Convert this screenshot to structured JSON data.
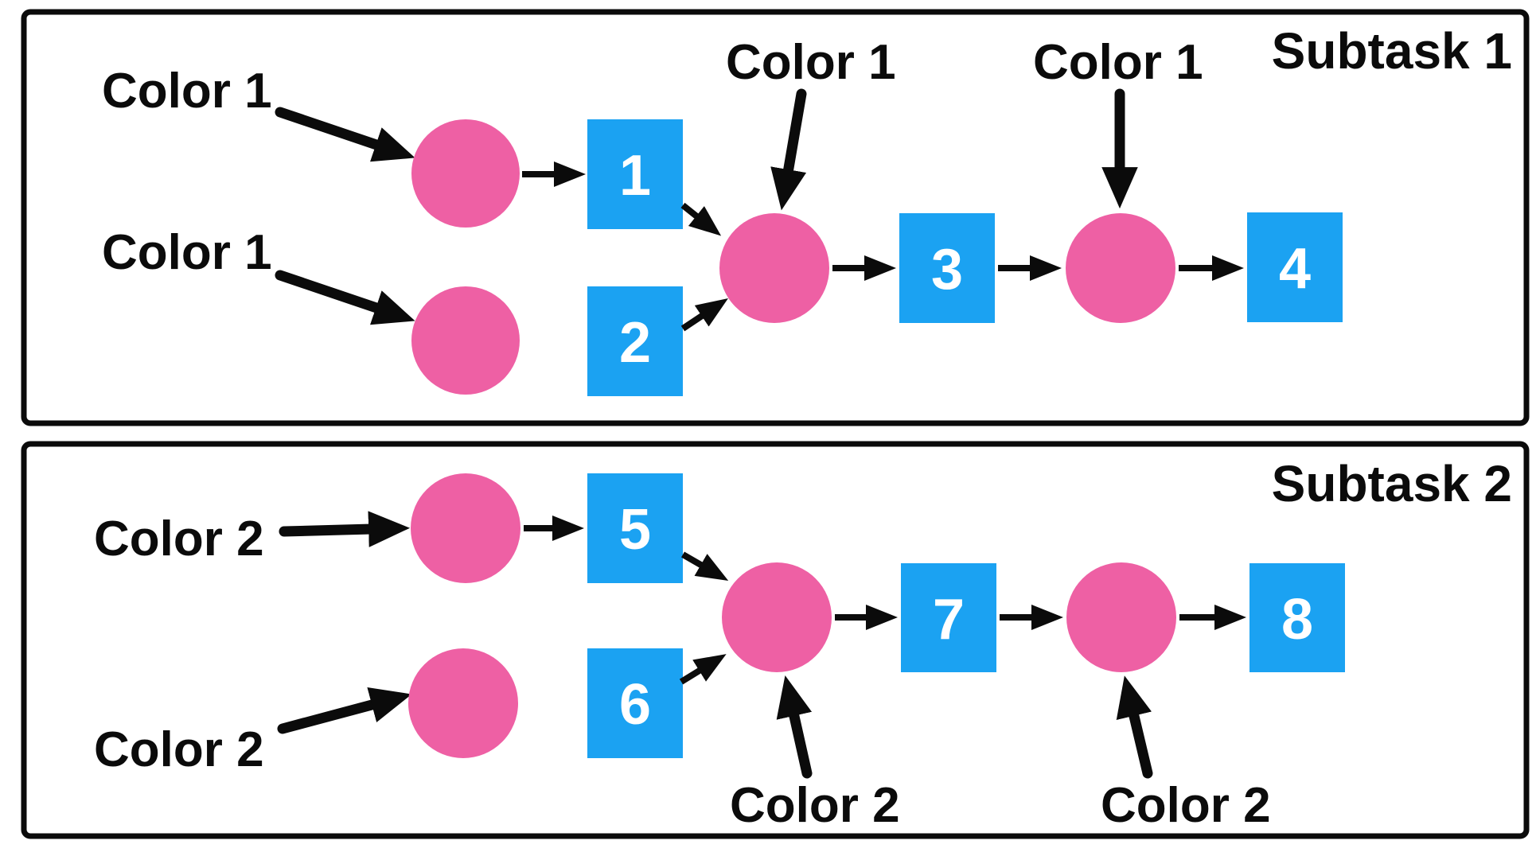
{
  "colors": {
    "node_fill": "#EE60A4",
    "box_fill": "#1BA2F2",
    "ink": "#0B0B0B",
    "background": "#FFFFFF"
  },
  "panels": [
    {
      "title": "Subtask 1",
      "annotations": [
        "Color 1",
        "Color 1",
        "Color 1",
        "Color 1"
      ],
      "boxes": [
        "1",
        "2",
        "3",
        "4"
      ],
      "structure": {
        "nodes": [
          "circle-top-left",
          "circle-bottom-left",
          "circle-merge",
          "circle-right"
        ],
        "edges": [
          "Color 1 -> circle-top-left",
          "Color 1 -> circle-bottom-left",
          "Color 1 -> circle-merge",
          "Color 1 -> circle-right",
          "circle-top-left -> 1",
          "circle-bottom-left -> 2",
          "1 -> circle-merge",
          "2 -> circle-merge",
          "circle-merge -> 3",
          "3 -> circle-right",
          "circle-right -> 4"
        ]
      }
    },
    {
      "title": "Subtask 2",
      "annotations": [
        "Color 2",
        "Color 2",
        "Color 2",
        "Color 2"
      ],
      "boxes": [
        "5",
        "6",
        "7",
        "8"
      ],
      "structure": {
        "nodes": [
          "circle-top-left",
          "circle-bottom-left",
          "circle-merge",
          "circle-right"
        ],
        "edges": [
          "Color 2 -> circle-top-left",
          "Color 2 -> circle-bottom-left",
          "Color 2 -> circle-merge",
          "Color 2 -> circle-right",
          "circle-top-left -> 5",
          "circle-bottom-left -> 6",
          "5 -> circle-merge",
          "6 -> circle-merge",
          "circle-merge -> 7",
          "7 -> circle-right",
          "circle-right -> 8"
        ]
      }
    }
  ]
}
